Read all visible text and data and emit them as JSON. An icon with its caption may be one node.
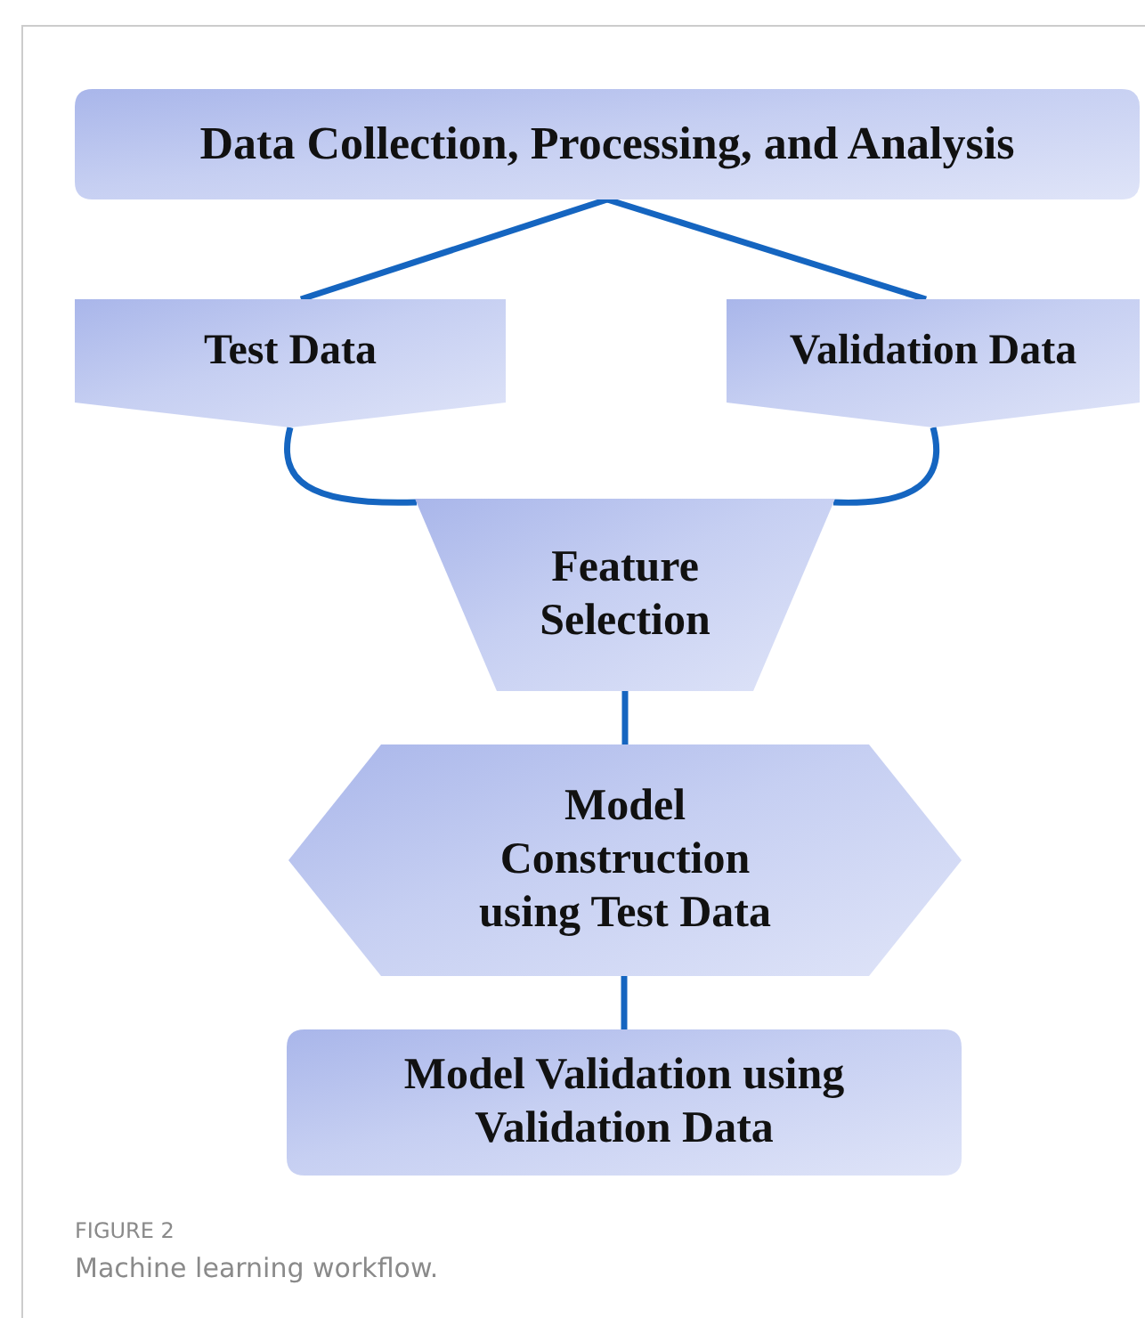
{
  "diagram": {
    "caption": "Machine learning workflow.",
    "nodes": [
      {
        "text": [
          "Data Collection, Processing, and Analysis"
        ]
      },
      {
        "text": [
          "Test Data"
        ]
      },
      {
        "text": [
          "Validation Data"
        ]
      },
      {
        "text": [
          "Feature Selection"
        ]
      },
      {
        "text": [
          "Model Construction using Test Data"
        ]
      },
      {
        "text": [
          "Model Validation using Validation Data"
        ]
      }
    ],
    "edges": [
      {
        "from": 0,
        "to": 1,
        "arrow": "none"
      },
      {
        "from": 0,
        "to": 2,
        "arrow": "none"
      },
      {
        "from": 1,
        "to": 3,
        "arrow": "none"
      },
      {
        "from": 2,
        "to": 3,
        "arrow": "none"
      },
      {
        "from": 3,
        "to": 4,
        "arrow": "none"
      },
      {
        "from": 4,
        "to": 5,
        "arrow": "none"
      }
    ],
    "labels": [
      "FIGURE 2"
    ]
  }
}
